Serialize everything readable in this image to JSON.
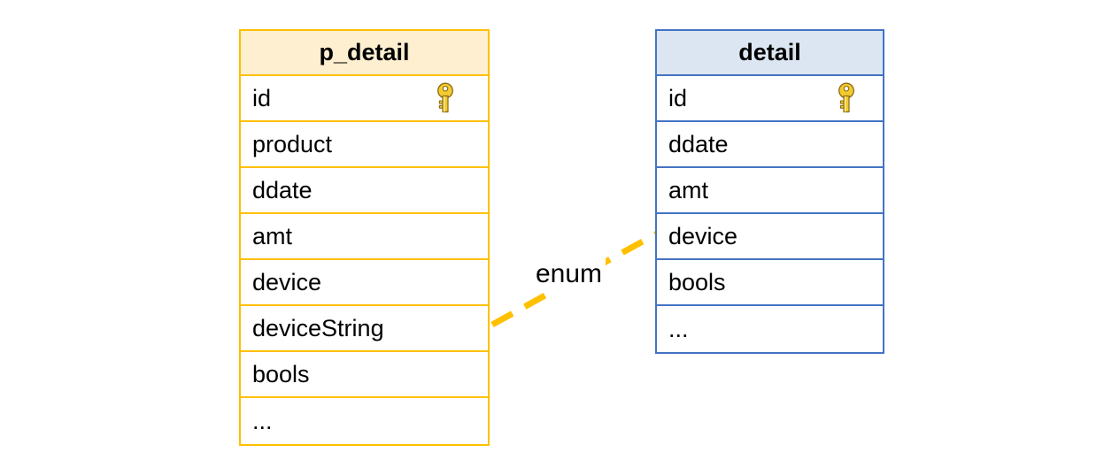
{
  "diagram": {
    "type": "entity-relationship-diagram",
    "background_color": "#FFFFFF"
  },
  "entities": [
    {
      "id": "p_detail",
      "name": "p_detail",
      "accent_color": "#FFC000",
      "header_background": "#FDEFD0",
      "fields": [
        {
          "name": "id",
          "key": true,
          "key_icon": "key-icon"
        },
        {
          "name": "product",
          "key": false,
          "key_icon": ""
        },
        {
          "name": "ddate",
          "key": false,
          "key_icon": ""
        },
        {
          "name": "amt",
          "key": false,
          "key_icon": ""
        },
        {
          "name": "device",
          "key": false,
          "key_icon": ""
        },
        {
          "name": "deviceString",
          "key": false,
          "key_icon": ""
        },
        {
          "name": "bools",
          "key": false,
          "key_icon": ""
        },
        {
          "name": "...",
          "key": false,
          "key_icon": ""
        }
      ]
    },
    {
      "id": "detail",
      "name": "detail",
      "accent_color": "#4472C4",
      "header_background": "#DCE6F2",
      "fields": [
        {
          "name": "id",
          "key": true,
          "key_icon": "key-icon"
        },
        {
          "name": "ddate",
          "key": false,
          "key_icon": ""
        },
        {
          "name": "amt",
          "key": false,
          "key_icon": ""
        },
        {
          "name": "device",
          "key": false,
          "key_icon": ""
        },
        {
          "name": "bools",
          "key": false,
          "key_icon": ""
        },
        {
          "name": "...",
          "key": false,
          "key_icon": ""
        }
      ]
    }
  ],
  "relationships": [
    {
      "label": "enum",
      "from_entity": "p_detail",
      "from_field": "deviceString",
      "to_entity": "detail",
      "to_field": "device",
      "line_color": "#FFC000",
      "line_style": "dashed"
    }
  ]
}
